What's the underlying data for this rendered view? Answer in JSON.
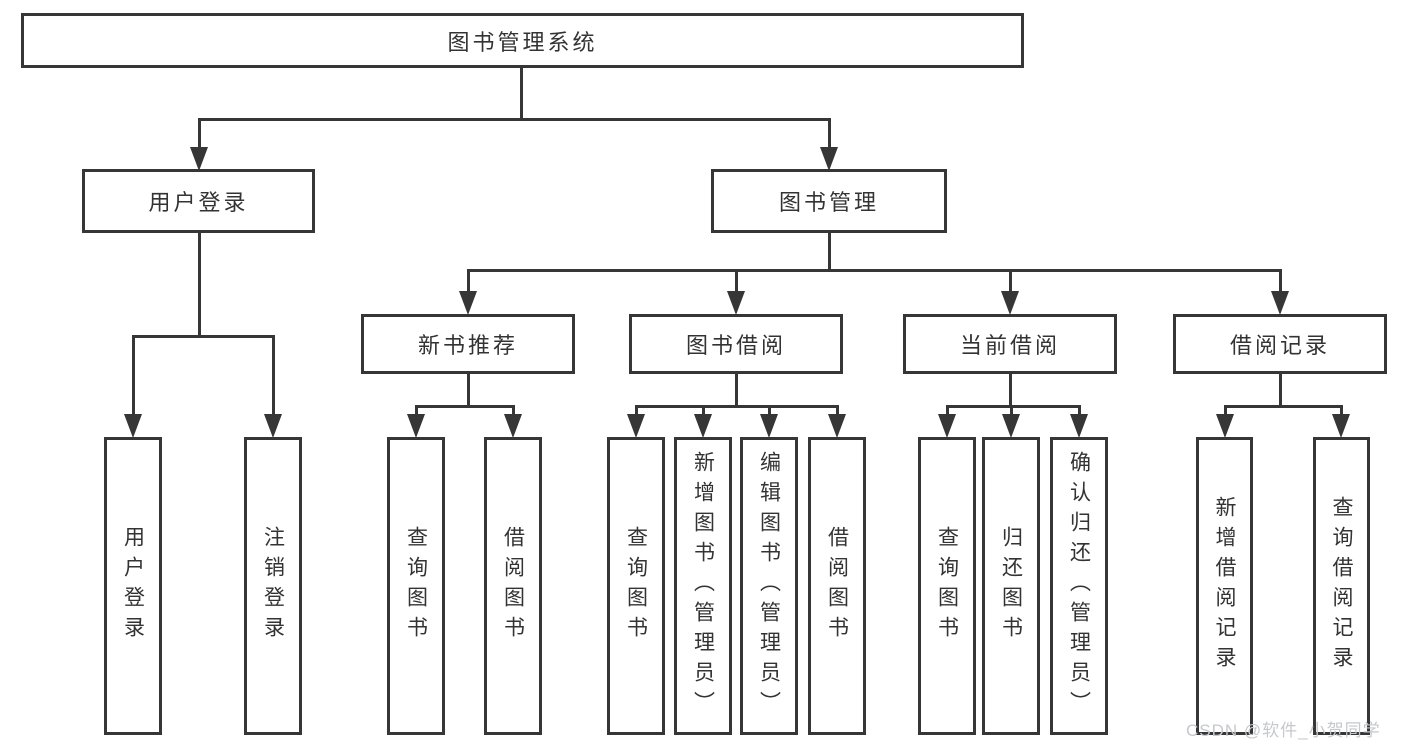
{
  "colors": {
    "line": "#363636",
    "box_border": "#363636",
    "text": "#333333",
    "background": "#ffffff",
    "watermark": "#c6c8cc"
  },
  "watermark": "CSDN @软件_小贺同学",
  "tree": {
    "root": {
      "label": "图书管理系统"
    },
    "branches": [
      {
        "label": "用户登录",
        "children": [
          "用户登录",
          "注销登录"
        ]
      },
      {
        "label": "图书管理",
        "sections": [
          {
            "label": "新书推荐",
            "children": [
              "查询图书",
              "借阅图书"
            ]
          },
          {
            "label": "图书借阅",
            "children": [
              "查询图书",
              "新增图书（管理员）",
              "编辑图书（管理员）",
              "借阅图书"
            ]
          },
          {
            "label": "当前借阅",
            "children": [
              "查询图书",
              "归还图书",
              "确认归还（管理员）"
            ]
          },
          {
            "label": "借阅记录",
            "children": [
              "新增借阅记录",
              "查询借阅记录"
            ]
          }
        ]
      }
    ]
  }
}
